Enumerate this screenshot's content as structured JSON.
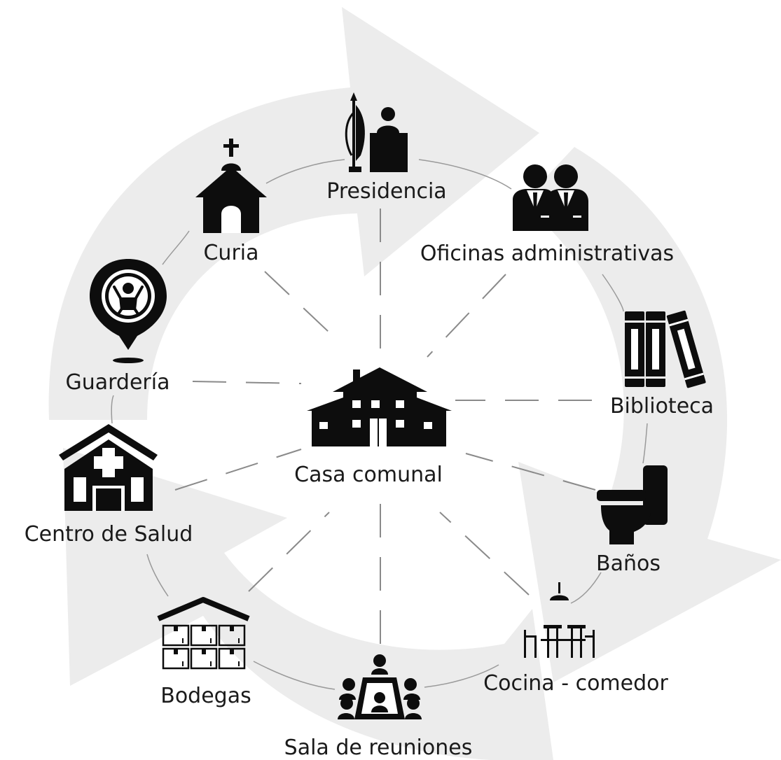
{
  "center": {
    "label": "Casa comunal",
    "icon": "community-house-icon"
  },
  "nodes": [
    {
      "id": "presidencia",
      "label": "Presidencia",
      "icon": "podium-flag-icon"
    },
    {
      "id": "oficinas",
      "label": "Oficinas administrativas",
      "icon": "businessmen-icon"
    },
    {
      "id": "biblioteca",
      "label": "Biblioteca",
      "icon": "books-icon"
    },
    {
      "id": "banos",
      "label": "Baños",
      "icon": "toilet-icon"
    },
    {
      "id": "cocina",
      "label": "Cocina - comedor",
      "icon": "dining-table-icon"
    },
    {
      "id": "sala",
      "label": "Sala de reuniones",
      "icon": "meeting-table-icon"
    },
    {
      "id": "bodegas",
      "label": "Bodegas",
      "icon": "warehouse-boxes-icon"
    },
    {
      "id": "salud",
      "label": "Centro de Salud",
      "icon": "health-center-icon"
    },
    {
      "id": "guarderia",
      "label": "Guardería",
      "icon": "baby-pin-icon"
    },
    {
      "id": "curia",
      "label": "Curia",
      "icon": "church-icon"
    }
  ],
  "colors": {
    "arrows": "#ececec",
    "icons": "#0d0d0d",
    "lines": "#8a8a8a",
    "text": "#1a1a1a"
  }
}
